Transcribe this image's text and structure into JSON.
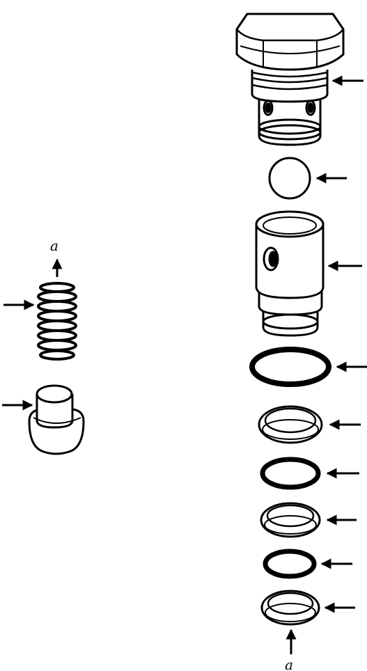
{
  "diagram": {
    "type": "exploded-parts-view",
    "ink_color": "#000000",
    "background": "#ffffff",
    "reference_labels": [
      "a",
      "a"
    ],
    "parts": [
      {
        "id": "plug",
        "shape": "hex-head-plug"
      },
      {
        "id": "ball",
        "shape": "ball"
      },
      {
        "id": "seat",
        "shape": "cylindrical-valve-seat"
      },
      {
        "id": "o-ring-large",
        "shape": "o-ring"
      },
      {
        "id": "backup-ring-1",
        "shape": "backup-ring"
      },
      {
        "id": "o-ring-medium",
        "shape": "o-ring"
      },
      {
        "id": "backup-ring-2",
        "shape": "backup-ring"
      },
      {
        "id": "o-ring-small",
        "shape": "o-ring"
      },
      {
        "id": "backup-ring-3",
        "shape": "backup-ring"
      },
      {
        "id": "spring",
        "shape": "coil-spring"
      },
      {
        "id": "piston",
        "shape": "piston"
      }
    ]
  }
}
